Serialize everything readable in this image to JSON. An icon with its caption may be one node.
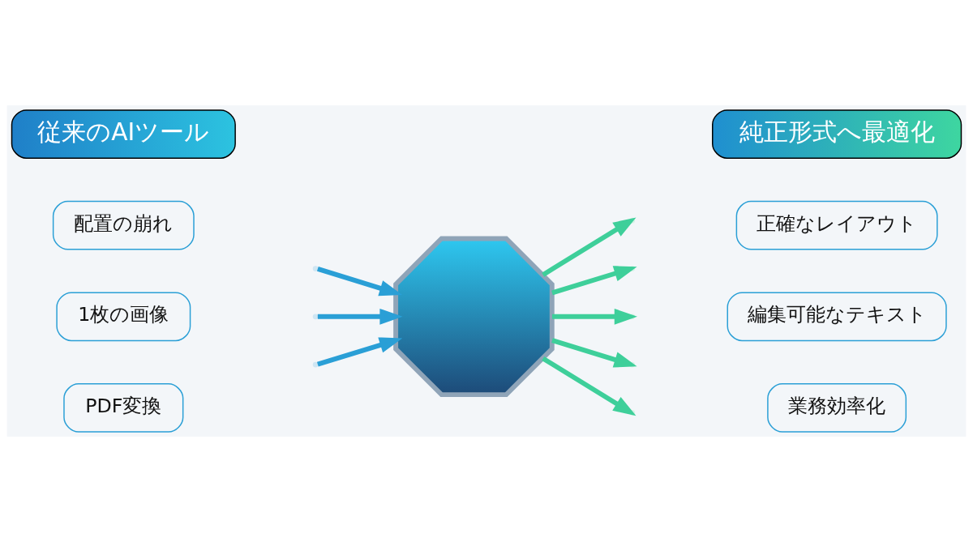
{
  "diagram": {
    "nodes": [
      {
        "text": [
          "従来のAIツール"
        ]
      },
      {
        "text": [
          "配置の崩れ"
        ]
      },
      {
        "text": [
          "1枚の画像"
        ]
      },
      {
        "text": [
          "PDF変換"
        ]
      },
      {
        "text": [],
        "shape": "picture"
      },
      {
        "text": [
          "純正形式へ最適化"
        ]
      },
      {
        "text": [
          "正確なレイアウト"
        ]
      },
      {
        "text": [
          "編集可能なテキスト"
        ]
      },
      {
        "text": [
          "業務効率化"
        ]
      }
    ],
    "edges": [
      {
        "from": 4,
        "to": null,
        "arrow": "to"
      },
      {
        "from": 4,
        "to": null,
        "arrow": "to"
      },
      {
        "from": 4,
        "to": null,
        "arrow": "to"
      },
      {
        "from": 4,
        "to": null,
        "arrow": "to"
      },
      {
        "from": null,
        "to": 4,
        "arrow": "to",
        "color": "#2a9fd6"
      },
      {
        "from": null,
        "to": 4,
        "arrow": "to",
        "color": "#2a9fd6"
      },
      {
        "from": 4,
        "to": null,
        "arrow": "to"
      },
      {
        "from": null,
        "to": 4,
        "arrow": "to",
        "color": "#2a9fd6"
      }
    ]
  }
}
